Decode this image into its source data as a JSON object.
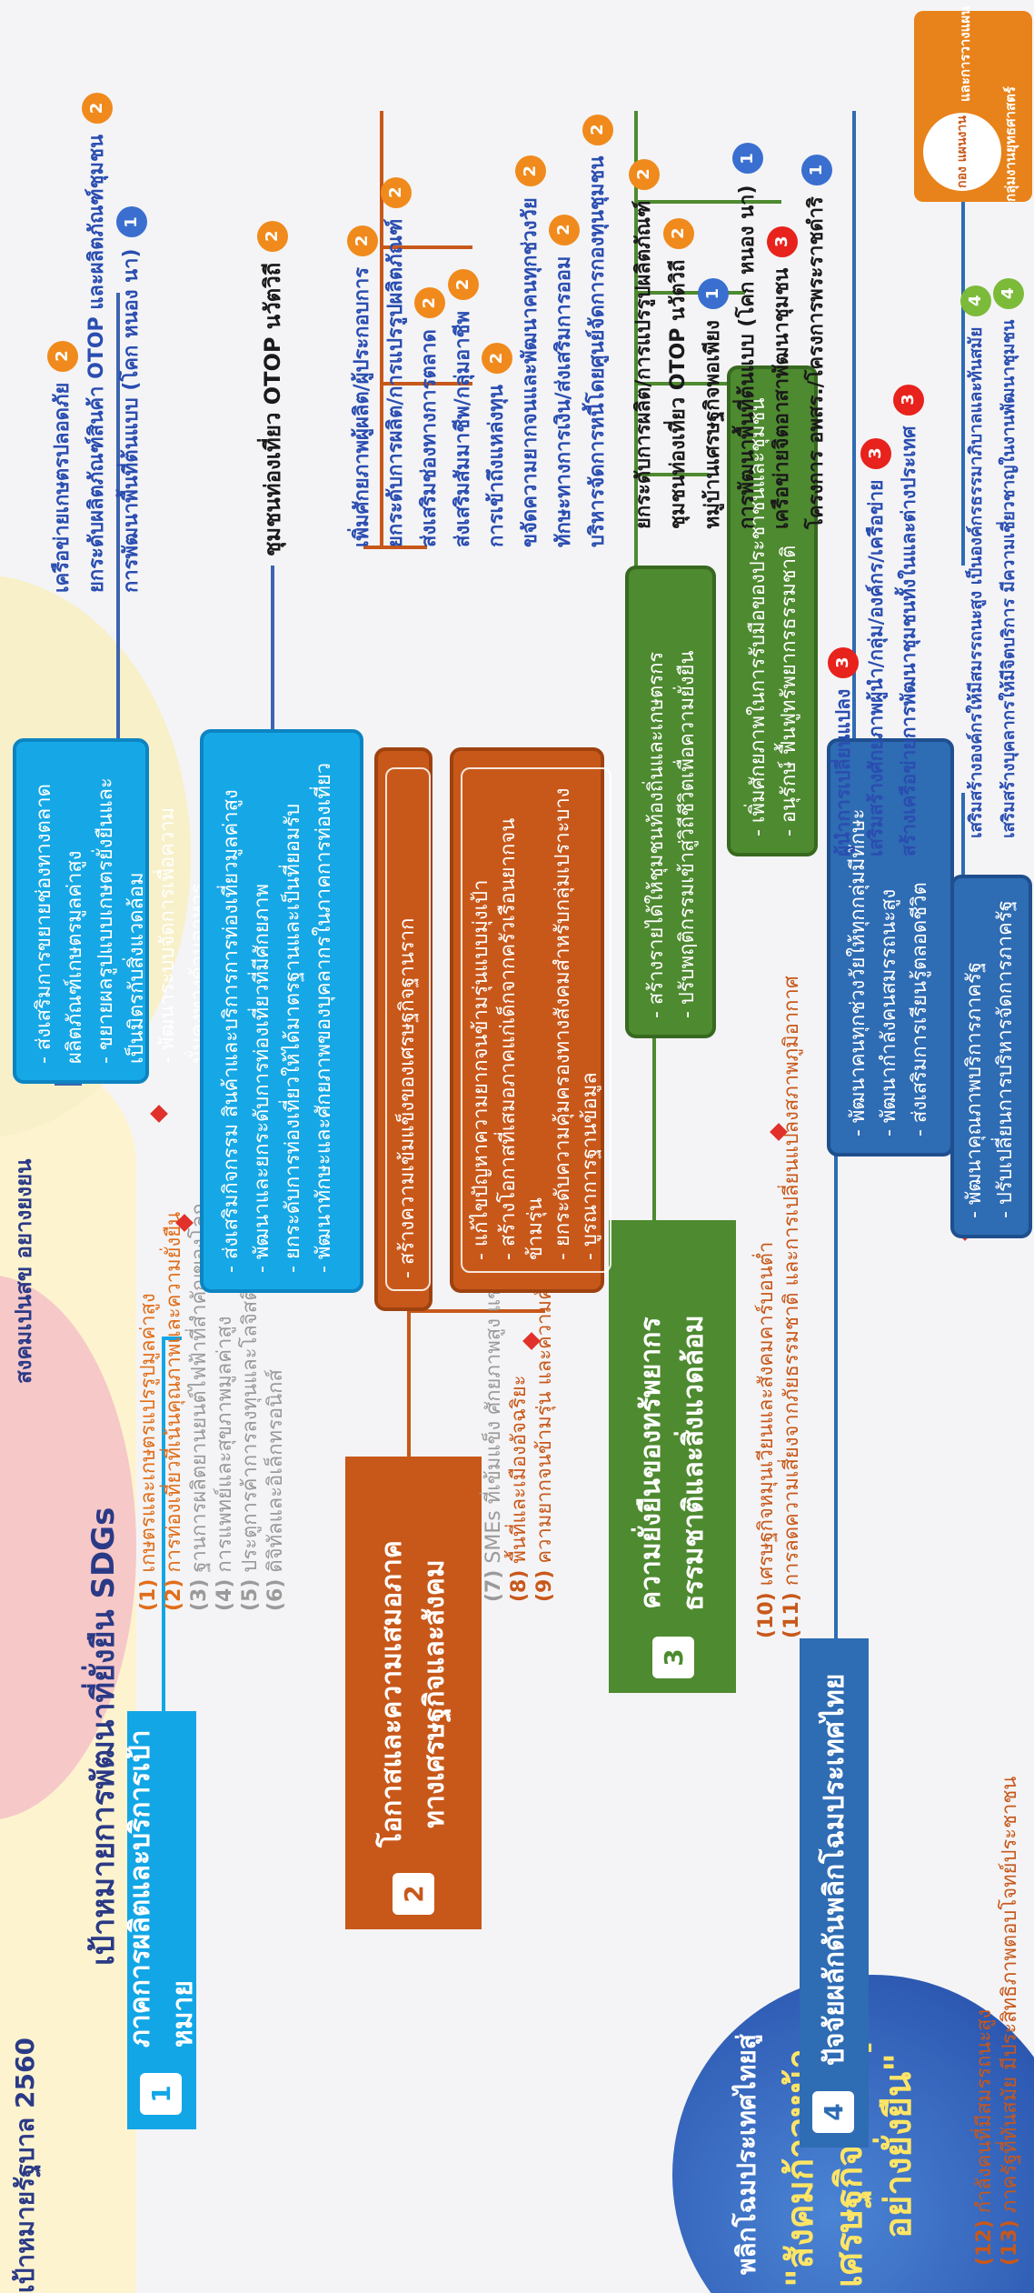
{
  "header": {
    "corner_title": "เป้าหมายรัฐบาล 2560",
    "sub_title": "สงคมเปนสข อยางยงยน",
    "main_title": "เป้าหมายการพัฒนาที่ยั่งยืน SDGs"
  },
  "vision": {
    "line1": "พลิกโฉมประเทศไทยสู่",
    "line2": "\"สังคมก้าวหน้า",
    "line3": "เศรษฐกิจสร้างมูลค่า",
    "line4": "อย่างยั่งยืน\""
  },
  "strategies": [
    {
      "number": "1",
      "title": "ภาคการผลิตและบริการเป้าหมาย",
      "goals": [
        {
          "no": "(1)",
          "text": "เกษตรและเกษตรแปรรูปมูลค่าสูง",
          "active": true
        },
        {
          "no": "(2)",
          "text": "การท่องเที่ยวที่เน้นคุณภาพและความยั่งยืน",
          "active": true
        },
        {
          "no": "(3)",
          "text": "ฐานการผลิตยานยนต์ไฟฟ้าที่สำคัญของโลก",
          "active": false
        },
        {
          "no": "(4)",
          "text": "การแพทย์และสุขภาพมูลค่าสูง",
          "active": false
        },
        {
          "no": "(5)",
          "text": "ประตูการค้าการลงทุนและโลจิสติกส์",
          "active": false
        },
        {
          "no": "(6)",
          "text": "ดิจิทัลและอิเล็กทรอนิกส์",
          "active": false
        }
      ]
    },
    {
      "number": "2",
      "title": "โอกาสและความเสมอภาค",
      "title2": "ทางเศรษฐกิจและสังคม",
      "goals": [
        {
          "no": "(7)",
          "text": "SMEs ที่เข้มแข็ง ศักยภาพสูง แข่งขันได้",
          "active": false
        },
        {
          "no": "(8)",
          "text": "พื้นที่และเมืองอัจฉริยะ",
          "active": true
        },
        {
          "no": "(9)",
          "text": "ความยากจนข้ามรุ่น และความคุ้มครองทางสังคม",
          "active": true
        }
      ]
    },
    {
      "number": "3",
      "title": "ความยั่งยืนของทรัพยากร",
      "title2": "ธรรมชาติและสิ่งแวดล้อม",
      "goals": [
        {
          "no": "(10)",
          "text": "เศรษฐกิจหมุนเวียนและสังคมคาร์บอนต่ำ",
          "active": true
        },
        {
          "no": "(11)",
          "text": "การลดความเสี่ยงจากภัยธรรมชาติ และการเปลี่ยนแปลงสภาพภูมิอากาศ",
          "active": true
        }
      ]
    },
    {
      "number": "4",
      "title": "ปัจจัยผลักดันพลิกโฉมประเทศไทย",
      "goals": [
        {
          "no": "(12)",
          "text": "กำลังคนที่มีสมรรถนะสูง",
          "active": true
        },
        {
          "no": "(13)",
          "text": "ภาครัฐที่ทันสมัย มีประสิทธิภาพตอบโจทย์ประชาชน",
          "active": true
        }
      ]
    }
  ],
  "boxes": {
    "cyan1": [
      "- ส่งเสริมการขยายช่องทางตลาดผลิตภัณฑ์เกษตรมูลค่าสูง",
      "- ขยายผลรูปแบบเกษตรยั่งยืนและเป็นมิตรกับสิ่งแวดล้อม",
      "- พัฒนาระบบจัดการเพื่อความมั่นคงทางด้านอาหาร"
    ],
    "cyan2": [
      "- ส่งเสริมกิจกรรม สินค้าและบริการการท่องเที่ยวมูลค่าสูง",
      "- พัฒนาและยกระดับการท่องเที่ยวที่มีศักยภาพ",
      "- ยกระดับการท่องเที่ยวให้ได้มาตรฐานและเป็นที่ยอมรับ",
      "- พัฒนาทักษะและศักยภาพของบุคลากรในภาคการท่องเที่ยว"
    ],
    "orange1": [
      "- สร้างความเข้มแข็งของเศรษฐกิจฐานราก"
    ],
    "orange2": [
      "- แก้ไขปัญหาความยากจนข้ามรุ่นแบบมุ่งเป้า",
      "- สร้างโอกาสที่เสมอภาคแก่เด็กจากครัวเรือนยากจนข้ามรุ่น",
      "- ยกระดับความคุ้มครองทางสังคมสำหรับกลุ่มเปราะบาง",
      "- บูรณาการฐานข้อมูล"
    ],
    "green1": [
      "- สร้างรายได้ให้ชุมชนท้องถิ่นและเกษตรกร",
      "- ปรับพฤติกรรมเข้าสู่วิถีชีวิตเพื่อความยั่งยืน"
    ],
    "green2": [
      "- เพิ่มศักยภาพในการรับมือของประชาชนและชุมชน",
      "- อนุรักษ์ ฟื้นฟูทรัพยากรธรรมชาติ"
    ],
    "blue1": [
      "- พัฒนาคนทุกช่วงวัยให้ทุกกลุ่มมีทักษะ",
      "- พัฒนากำลังคนสมรรถนะสูง",
      "- ส่งเสริมการเรียนรู้ตลอดชีวิต"
    ],
    "blue2": [
      "- พัฒนาคุณภาพบริการภาครัฐ",
      "- ปรับเปลี่ยนการบริหารจัดการภาครัฐ"
    ]
  },
  "outputs": {
    "col_a": [
      {
        "text": "เครือข่ายเกษตรปลอดภัย",
        "badge": "2"
      },
      {
        "text": "ยกระดับผลิตภัณฑ์สินค้า OTOP และผลิตภัณฑ์ชุมชน",
        "badge": "2"
      },
      {
        "text": "การพัฒนาพื้นที่ต้นแบบ (โคก หนอง นา)",
        "badge": "1"
      }
    ],
    "col_b": [
      {
        "text": "ชุมชนท่องเที่ยว OTOP นวัตวิถี",
        "badge": "2"
      }
    ],
    "col_c": [
      {
        "text": "เพิ่มศักยภาพผู้ผลิต/ผู้ประกอบการ",
        "badge": "2"
      },
      {
        "text": "ยกระดับการผลิต/การแปรรูปผลิตภัณฑ์",
        "badge": "2"
      },
      {
        "text": "ส่งเสริมช่องทางการตลาด",
        "badge": "2"
      },
      {
        "text": "ส่งเสริมสัมมาชีพ/กลุ่มอาชีพ",
        "badge": "2"
      },
      {
        "text": "การเข้าถึงแหล่งทุน",
        "badge": "2"
      },
      {
        "text": "ขจัดความยากจนและพัฒนาคนทุกช่วงวัย",
        "badge": "2"
      },
      {
        "text": "ทักษะทางการเงิน/ส่งเสริมการออม",
        "badge": "2"
      },
      {
        "text": "บริหารจัดการหนี้โดยศูนย์จัดการกองทุนชุมชน",
        "badge": "2"
      }
    ],
    "col_d": [
      {
        "text": "ยกระดับการผลิต/การแปรรูปผลิตภัณฑ์",
        "badge": "2"
      },
      {
        "text": "ชุมชนท่องเที่ยว OTOP นวัตวิถี",
        "badge": "2"
      },
      {
        "text": "หมู่บ้านเศรษฐกิจพอเพียง",
        "badge": "1"
      },
      {
        "text": "การพัฒนาพื้นที่ต้นแบบ (โคก หนอง นา)",
        "badge": "1"
      },
      {
        "text": "เครือข่ายจิตอาสาพัฒนาชุมชน",
        "badge": "3"
      },
      {
        "text": "โครงการ อพสร./โครงการพระราชดำริ",
        "badge": "1"
      }
    ],
    "col_e_bullets": [
      {
        "text": "ผู้นำการเปลี่ยนแปลง",
        "badge": "3"
      },
      {
        "text": "เสริมสร้างศักยภาพผู้นำ/กลุ่ม/องค์กร/เครือข่าย",
        "badge": "3"
      },
      {
        "text": "สร้างเครือข่ายการพัฒนาชุมชนทั้งในและต่างประเทศ",
        "badge": "3"
      }
    ],
    "col_f": [
      {
        "text": "เสริมสร้างองค์กรให้มีสมรรถนะสูง เป็นองค์กรธรรมาภิบาลและทันสมัย",
        "badge": "4"
      },
      {
        "text": "เสริมสร้างบุคลากรให้มีจิตบริการ มีความเชี่ยวชาญในงานพัฒนาชุมชน",
        "badge": "4"
      }
    ]
  },
  "logo": {
    "mark": "กอง แผนงาน",
    "caption1": "กลุ่มงานยุทธศาสตร์",
    "caption2": "และการวางแผน"
  },
  "colors": {
    "strategy1": "#12a6e6",
    "strategy2": "#c8581a",
    "strategy3": "#4e8a30",
    "strategy4": "#2e6cb4",
    "accent_text": "#2b3a86",
    "vision_text": "#ffe566"
  }
}
